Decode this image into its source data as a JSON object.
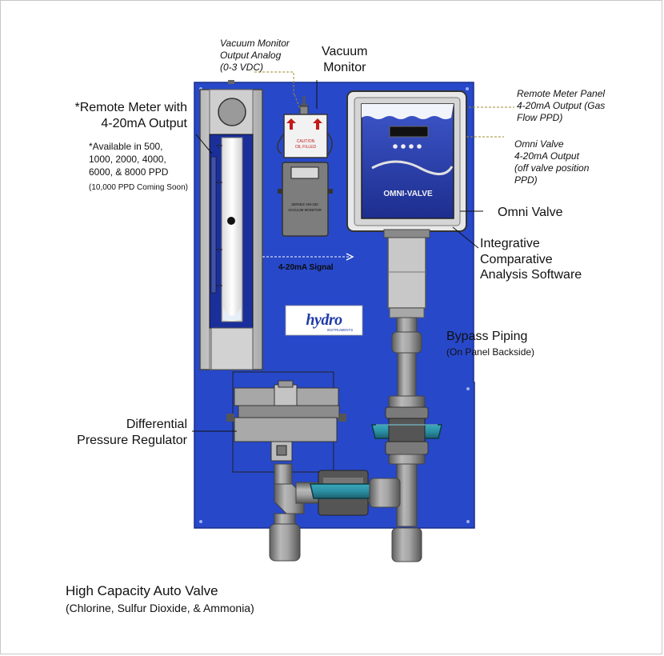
{
  "labels": {
    "vacuum_monitor_output": [
      "Vacuum Monitor",
      "Output Analog",
      "(0-3 VDC)"
    ],
    "vacuum_monitor": [
      "Vacuum",
      "Monitor"
    ],
    "remote_meter_panel": [
      "Remote Meter Panel",
      "4-20mA Output (Gas",
      "Flow PPD)"
    ],
    "omni_valve_output": [
      "Omni Valve",
      "4-20mA Output",
      "(off valve position",
      "PPD)"
    ],
    "remote_meter": [
      "*Remote Meter with",
      "4-20mA Output"
    ],
    "available_note": [
      "*Available in 500,",
      "1000,  2000,  4000,",
      "6000,  & 8000  PPD"
    ],
    "coming_soon": "(10,000 PPD Coming Soon)",
    "omni_valve": "Omni Valve",
    "integrative": [
      "Integrative",
      "Comparative",
      "Analysis Software"
    ],
    "signal": "4-20mA Signal",
    "bypass_piping": "Bypass Piping",
    "bypass_note": "(On Panel Backside)",
    "differential": [
      "Differential",
      "Pressure Regulator"
    ]
  },
  "device_text": {
    "caution": [
      "CAUTION",
      "OIL FILLED"
    ],
    "monitor_series": "SERIES VM-150",
    "monitor_name": "VACUUM MONITOR",
    "omni_valve_plate": "OMNI-VALVE",
    "logo_text": "hydro",
    "logo_sub": "INSTRUMENTS"
  },
  "footer": {
    "title": "High Capacity Auto Valve",
    "subtitle": "(Chlorine, Sulfur Dioxide, & Ammonia)"
  },
  "colors": {
    "panel_blue": "#2748c9",
    "valve_teal": "#2b8fa3",
    "pipe_gray": "#8c8c8c",
    "leader_olive": "#a28c2c"
  }
}
